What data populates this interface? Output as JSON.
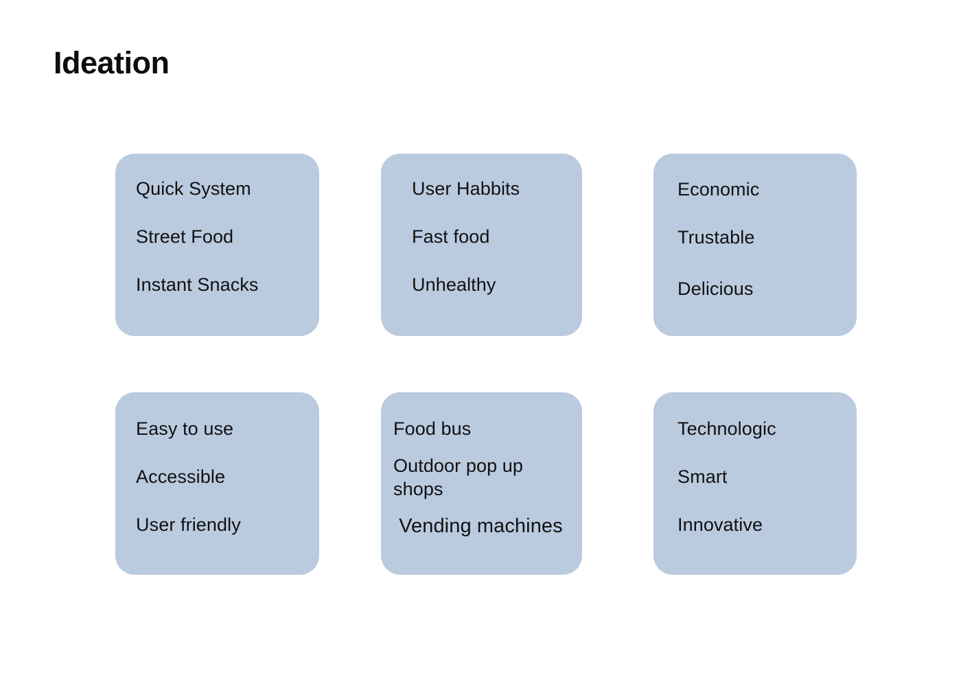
{
  "page": {
    "title": "Ideation",
    "background_color": "#ffffff",
    "card_color": "#bacadf",
    "text_color": "#111111"
  },
  "cards": [
    {
      "id": "card-quick-system",
      "items": [
        "Quick System",
        "Street Food",
        "Instant Snacks"
      ]
    },
    {
      "id": "card-user-habits",
      "items": [
        "User Habbits",
        "Fast food",
        "Unhealthy"
      ]
    },
    {
      "id": "card-economic",
      "items": [
        "Economic",
        "Trustable",
        "Delicious"
      ]
    },
    {
      "id": "card-easy-to-use",
      "items": [
        "Easy to use",
        "Accessible",
        "User friendly"
      ]
    },
    {
      "id": "card-food-bus",
      "items": [
        "Food bus",
        "Outdoor pop up shops",
        " Vending machines"
      ]
    },
    {
      "id": "card-technologic",
      "items": [
        "Technologic",
        "Smart",
        "Innovative"
      ]
    }
  ]
}
